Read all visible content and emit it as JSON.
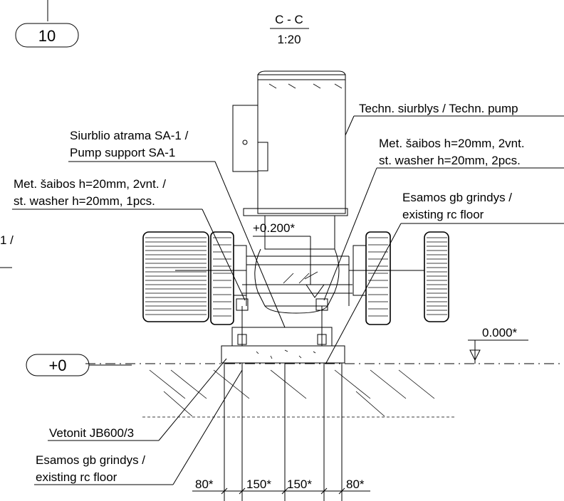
{
  "section": {
    "title": "C - C",
    "scale": "1:20",
    "sheet_ref": "10",
    "level_ref": "+0"
  },
  "cut_text": "1 /",
  "levels": {
    "top": "+0.200*",
    "zero": "0.000*"
  },
  "labels": {
    "pump_1": "Techn. siurblys / Techn. pump",
    "support_1": "Siurblio atrama SA-1 /",
    "support_2": "Pump support SA-1",
    "washer_left_1": "Met. šaibos h=20mm, 2vnt. /",
    "washer_left_2": "st. washer h=20mm, 1pcs.",
    "washer_right_1": "Met. šaibos h=20mm, 2vnt.",
    "washer_right_2": "st. washer h=20mm, 2pcs.",
    "floor_right_1": "Esamos gb grindys /",
    "floor_right_2": "existing rc floor",
    "vetonit": "Vetonit JB600/3",
    "floor_left_1": "Esamos gb grindys /",
    "floor_left_2": "existing rc floor"
  },
  "dimensions": [
    "80*",
    "150*",
    "150*",
    "80*"
  ]
}
